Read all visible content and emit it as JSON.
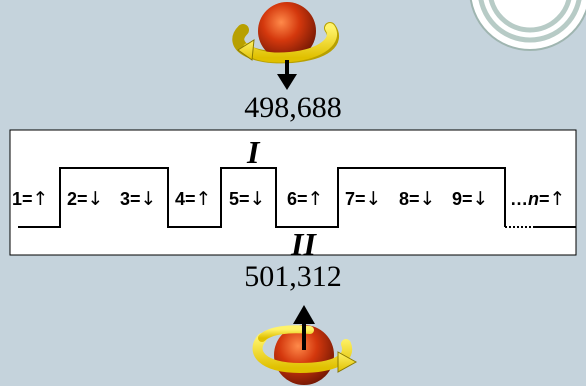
{
  "top_count": "498,688",
  "bottom_count": "501,312",
  "label_top": "I",
  "label_bottom": "II",
  "colors": {
    "background": "#c5d3dc",
    "ball": "#d4380d",
    "ring": "#ffe21a",
    "box": "#ffffff"
  },
  "cells": [
    {
      "label": "1=",
      "arrow": "↑"
    },
    {
      "label": "2=",
      "arrow": "↓"
    },
    {
      "label": "3=",
      "arrow": "↓"
    },
    {
      "label": "4=",
      "arrow": "↑"
    },
    {
      "label": "5=",
      "arrow": "↓"
    },
    {
      "label": "6=",
      "arrow": "↑"
    },
    {
      "label": "7=",
      "arrow": "↓"
    },
    {
      "label": "8=",
      "arrow": "↓"
    },
    {
      "label": "9=",
      "arrow": "↓"
    },
    {
      "label": "…",
      "label_italic": "n",
      "label_suffix": "=",
      "arrow": "↑"
    }
  ]
}
